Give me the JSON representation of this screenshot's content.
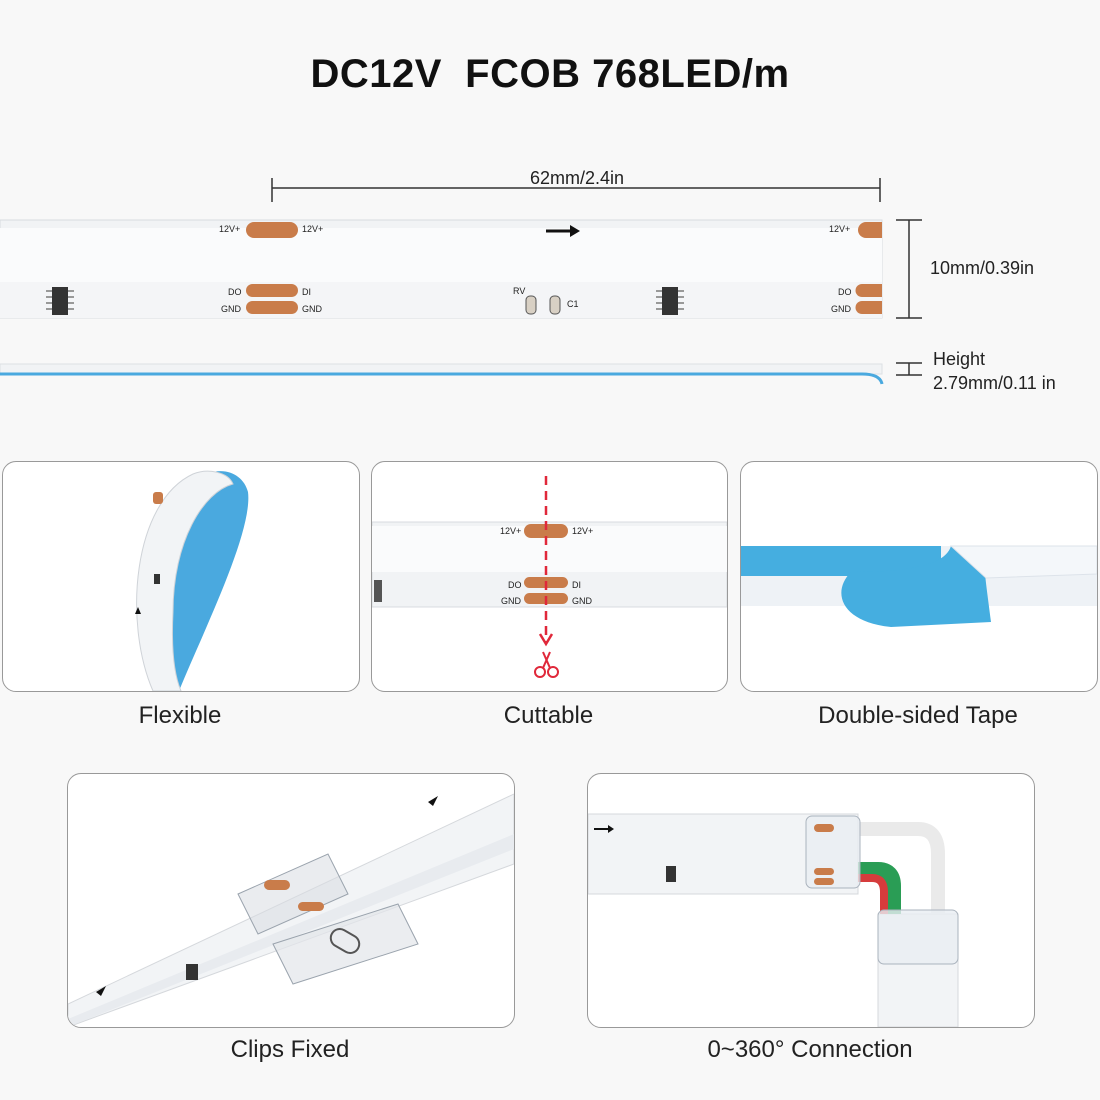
{
  "title": "DC12V  FCOB 768LED/m",
  "dimensions": {
    "cut_length": "62mm/2.4in",
    "width": "10mm/0.39in",
    "height_label": "Height",
    "height_value": "2.79mm/0.11 in"
  },
  "strip_labels": {
    "v12": "12V+",
    "do": "DO",
    "di": "DI",
    "gnd": "GND",
    "rv": "RV",
    "c1": "C1"
  },
  "features": [
    {
      "caption": "Flexible"
    },
    {
      "caption": "Cuttable"
    },
    {
      "caption": "Double-sided Tape"
    },
    {
      "caption": "Clips Fixed"
    },
    {
      "caption": "0~360° Connection"
    }
  ],
  "colors": {
    "pad": "#c97c4a",
    "tape_blue": "#45aee0",
    "cut_line": "#e0283a"
  }
}
